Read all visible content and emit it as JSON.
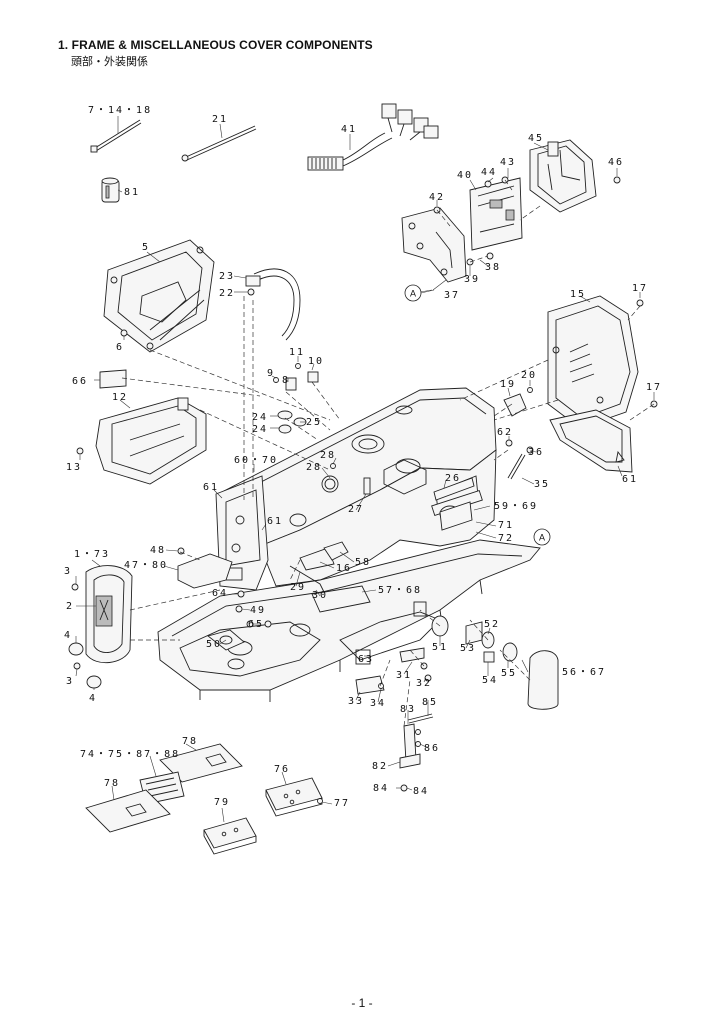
{
  "header": {
    "title": "1.  FRAME & MISCELLANEOUS COVER COMPONENTS",
    "subtitle": "頭部・外装関係"
  },
  "footer": {
    "page_number": "- 1 -"
  },
  "callouts": [
    {
      "id": "c7",
      "text": "7・14・18"
    },
    {
      "id": "c21",
      "text": "21"
    },
    {
      "id": "c41",
      "text": "41"
    },
    {
      "id": "c45",
      "text": "45"
    },
    {
      "id": "c43",
      "text": "43"
    },
    {
      "id": "c46",
      "text": "46"
    },
    {
      "id": "c40",
      "text": "40"
    },
    {
      "id": "c44",
      "text": "44"
    },
    {
      "id": "c81",
      "text": "81"
    },
    {
      "id": "c42",
      "text": "42"
    },
    {
      "id": "c5",
      "text": "5"
    },
    {
      "id": "c23",
      "text": "23"
    },
    {
      "id": "c22",
      "text": "22"
    },
    {
      "id": "c38",
      "text": "38"
    },
    {
      "id": "c39",
      "text": "39"
    },
    {
      "id": "c37",
      "text": "37"
    },
    {
      "id": "c15",
      "text": "15"
    },
    {
      "id": "c17a",
      "text": "17"
    },
    {
      "id": "c6",
      "text": "6"
    },
    {
      "id": "c11",
      "text": "11"
    },
    {
      "id": "c10",
      "text": "10"
    },
    {
      "id": "c9",
      "text": "9"
    },
    {
      "id": "c8",
      "text": "8"
    },
    {
      "id": "c66",
      "text": "66"
    },
    {
      "id": "c12",
      "text": "12"
    },
    {
      "id": "c19",
      "text": "19"
    },
    {
      "id": "c20",
      "text": "20"
    },
    {
      "id": "c17b",
      "text": "17"
    },
    {
      "id": "c24a",
      "text": "24"
    },
    {
      "id": "c24b",
      "text": "24"
    },
    {
      "id": "c25",
      "text": "25"
    },
    {
      "id": "c13",
      "text": "13"
    },
    {
      "id": "c62",
      "text": "62"
    },
    {
      "id": "c36",
      "text": "36"
    },
    {
      "id": "c60",
      "text": "60・70"
    },
    {
      "id": "c28a",
      "text": "28"
    },
    {
      "id": "c28b",
      "text": "28"
    },
    {
      "id": "c26",
      "text": "26"
    },
    {
      "id": "c61a",
      "text": "61"
    },
    {
      "id": "c35",
      "text": "35"
    },
    {
      "id": "c61b",
      "text": "61"
    },
    {
      "id": "c27",
      "text": "27"
    },
    {
      "id": "c59",
      "text": "59・69"
    },
    {
      "id": "c61c",
      "text": "61"
    },
    {
      "id": "c71",
      "text": "71"
    },
    {
      "id": "c72",
      "text": "72"
    },
    {
      "id": "c1",
      "text": "1・73"
    },
    {
      "id": "c48",
      "text": "48"
    },
    {
      "id": "c47",
      "text": "47・80"
    },
    {
      "id": "c16",
      "text": "16"
    },
    {
      "id": "c58",
      "text": "58"
    },
    {
      "id": "c3a",
      "text": "3"
    },
    {
      "id": "c29",
      "text": "29"
    },
    {
      "id": "c30",
      "text": "30"
    },
    {
      "id": "c57",
      "text": "57・68"
    },
    {
      "id": "c64",
      "text": "64"
    },
    {
      "id": "c2",
      "text": "2"
    },
    {
      "id": "c49",
      "text": "49"
    },
    {
      "id": "c65",
      "text": "65"
    },
    {
      "id": "c52",
      "text": "52"
    },
    {
      "id": "c50",
      "text": "50"
    },
    {
      "id": "c51",
      "text": "51"
    },
    {
      "id": "c53",
      "text": "53"
    },
    {
      "id": "c4a",
      "text": "4"
    },
    {
      "id": "c63",
      "text": "63"
    },
    {
      "id": "c56",
      "text": "56・67"
    },
    {
      "id": "c3b",
      "text": "3"
    },
    {
      "id": "c31",
      "text": "31"
    },
    {
      "id": "c32",
      "text": "32"
    },
    {
      "id": "c54",
      "text": "54"
    },
    {
      "id": "c55",
      "text": "55"
    },
    {
      "id": "c4b",
      "text": "4"
    },
    {
      "id": "c33",
      "text": "33"
    },
    {
      "id": "c34",
      "text": "34"
    },
    {
      "id": "c85",
      "text": "85"
    },
    {
      "id": "c83",
      "text": "83"
    },
    {
      "id": "c86",
      "text": "86"
    },
    {
      "id": "c78a",
      "text": "78"
    },
    {
      "id": "c74",
      "text": "74・75・87・88"
    },
    {
      "id": "c82",
      "text": "82"
    },
    {
      "id": "c76",
      "text": "76"
    },
    {
      "id": "c84a",
      "text": "84"
    },
    {
      "id": "c84b",
      "text": "84"
    },
    {
      "id": "c78b",
      "text": "78"
    },
    {
      "id": "c79",
      "text": "79"
    },
    {
      "id": "c77",
      "text": "77"
    }
  ],
  "reference_markers": [
    {
      "id": "ra1",
      "text": "A"
    },
    {
      "id": "ra2",
      "text": "A"
    }
  ]
}
